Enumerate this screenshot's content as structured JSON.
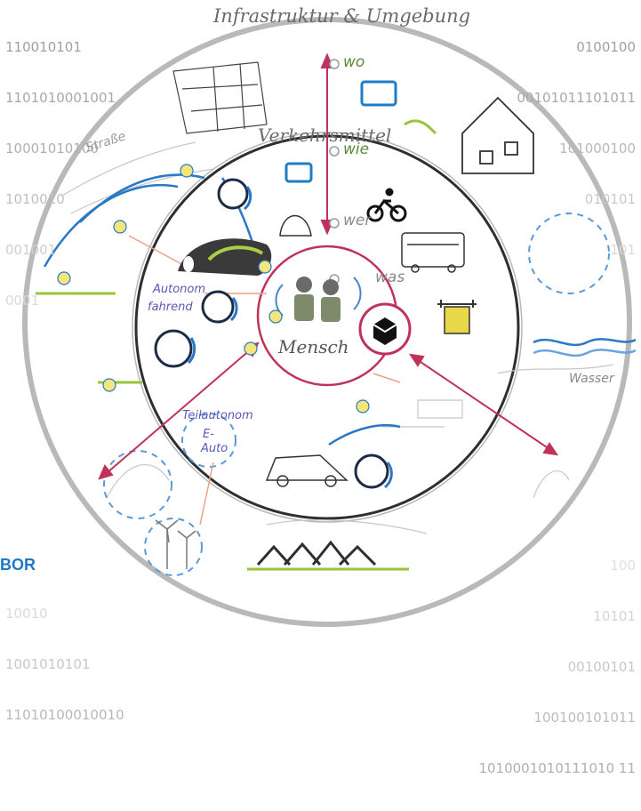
{
  "binary": {
    "top_left": [
      "110010101",
      "1101010001001",
      "10001010100",
      "1010010",
      "001001",
      "0001"
    ],
    "top_right": [
      "0100100",
      "00101011101011",
      "101000100",
      "010101",
      "101"
    ],
    "bottom_left": [
      "10010",
      "1001010101",
      "11010100010010"
    ],
    "bottom_right": [
      "100",
      "10101",
      "00100101",
      "100100101011",
      "1010001010111010 11"
    ]
  },
  "labels": {
    "infrastructure": "Infrastruktur & Umgebung",
    "transport": "Verkehrsmittel",
    "human": "Mensch"
  },
  "questions": {
    "wo": "wo",
    "wie": "wie",
    "wer": "wer",
    "was": "was"
  },
  "sketch_notes": {
    "strasse": "Straße",
    "autonom": "Autonom",
    "fahrend": "fahrend",
    "teilautonom": "Teilautonom",
    "e_auto_1": "E-",
    "e_auto_2": "Auto",
    "wasser": "Wasser"
  },
  "logo": {
    "text": "BOR"
  },
  "colors": {
    "accent_red": "#c0325a",
    "accent_blue": "#2a78c8",
    "ring": "#9a9a9a",
    "dark_ring": "#3a3a3a"
  }
}
